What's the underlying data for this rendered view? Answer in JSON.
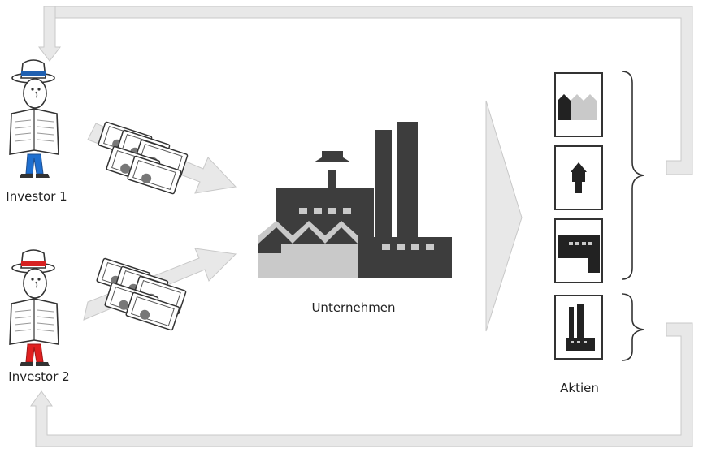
{
  "labels": {
    "investor1": "Investor 1",
    "investor2": "Investor 2",
    "company": "Unternehmen",
    "shares": "Aktien"
  },
  "colors": {
    "arrow_fill": "#e8e8e8",
    "arrow_stroke": "#c8c8c8",
    "factory": "#3d3d3d",
    "factory_highlight": "#c9c9c9",
    "hat_band_1": "#1e5fb0",
    "hat_band_2": "#d62020",
    "pants_1": "#1e6fd0",
    "pants_2": "#e02020",
    "money": "#6d6d6d"
  },
  "icons": [
    "investor-1-figure",
    "investor-2-figure",
    "money-stack-icon",
    "factory-icon",
    "share-wall-icon",
    "share-tower-icon",
    "share-building-icon",
    "share-chimney-icon"
  ]
}
